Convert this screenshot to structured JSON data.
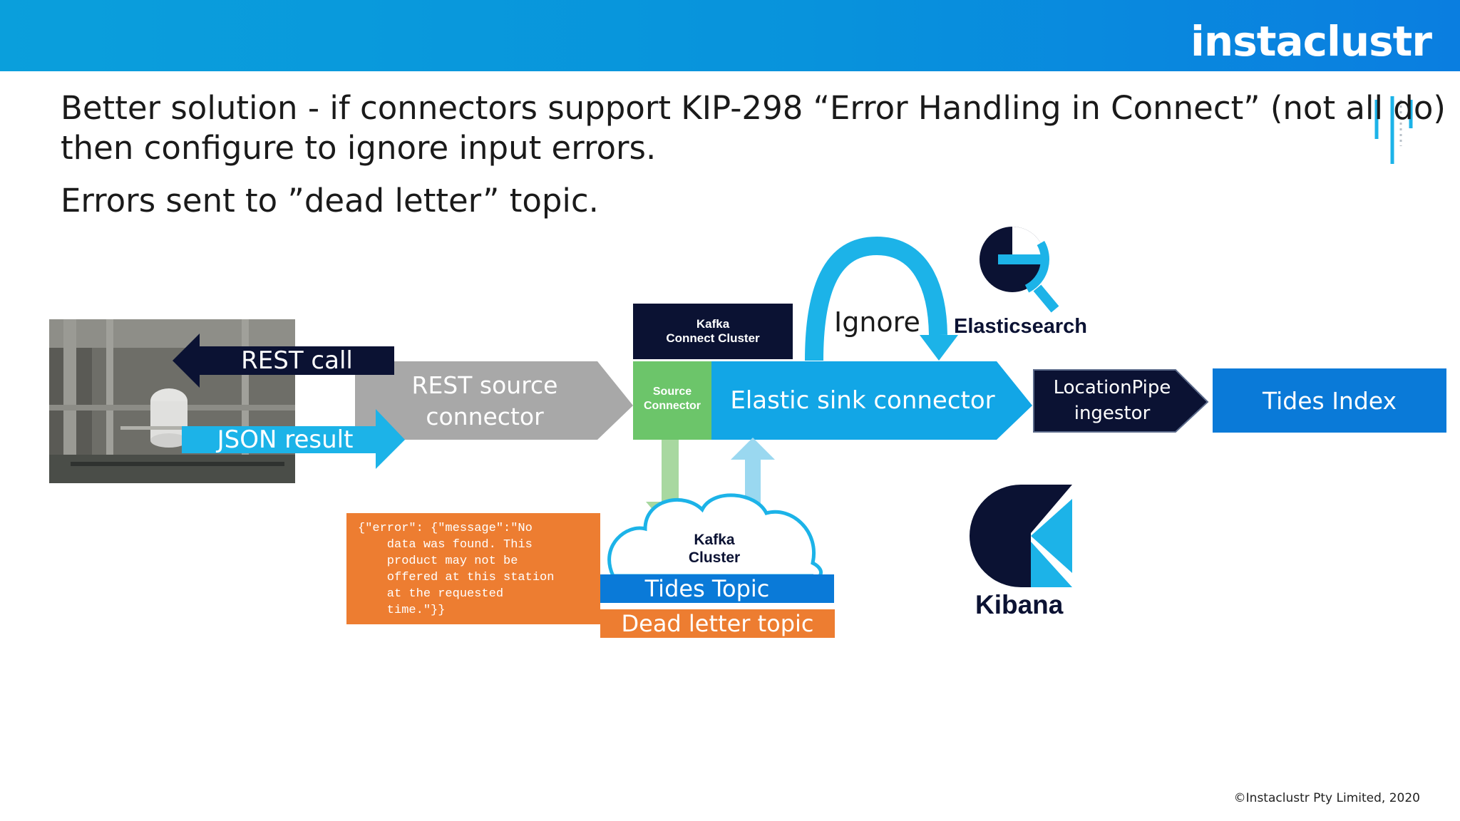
{
  "header": {
    "logo_text": "instaclustr",
    "brand_color": "#0a9fdc"
  },
  "headline": {
    "line1": "Better solution - if connectors support KIP-298 “Error Handling in Connect” (not all do)",
    "line2": "then configure to ignore input errors.",
    "line3": "Errors sent to ”dead letter” topic."
  },
  "diagram": {
    "rest_call": "REST call",
    "json_result": "JSON result",
    "rest_source_connector": [
      "REST source",
      "connector"
    ],
    "kafka_connect_cluster": [
      "Kafka",
      "Connect Cluster"
    ],
    "source_connector": [
      "Source",
      "Connector"
    ],
    "elastic_sink_connector": "Elastic sink connector",
    "ignore": "Ignore",
    "elasticsearch": "Elasticsearch",
    "location_pipe": [
      "LocationPipe",
      "ingestor"
    ],
    "tides_index": "Tides Index",
    "kafka_cluster": [
      "Kafka",
      "Cluster"
    ],
    "tides_topic": "Tides Topic",
    "dead_letter_topic": "Dead letter topic",
    "kibana": "Kibana",
    "error_json": "{\"error\": {\"message\":\"No\n    data was found. This\n    product may not be\n    offered at this station\n    at the requested\n    time.\"}}"
  },
  "footer": {
    "copyright": "©Instaclustr Pty Limited, 2020"
  },
  "colors": {
    "navy": "#0b1233",
    "cyan": "#1cb3e8",
    "blue": "#0a7ad8",
    "grey": "#a8a8a8",
    "green": "#6cc56a",
    "orange": "#ed7d31"
  }
}
